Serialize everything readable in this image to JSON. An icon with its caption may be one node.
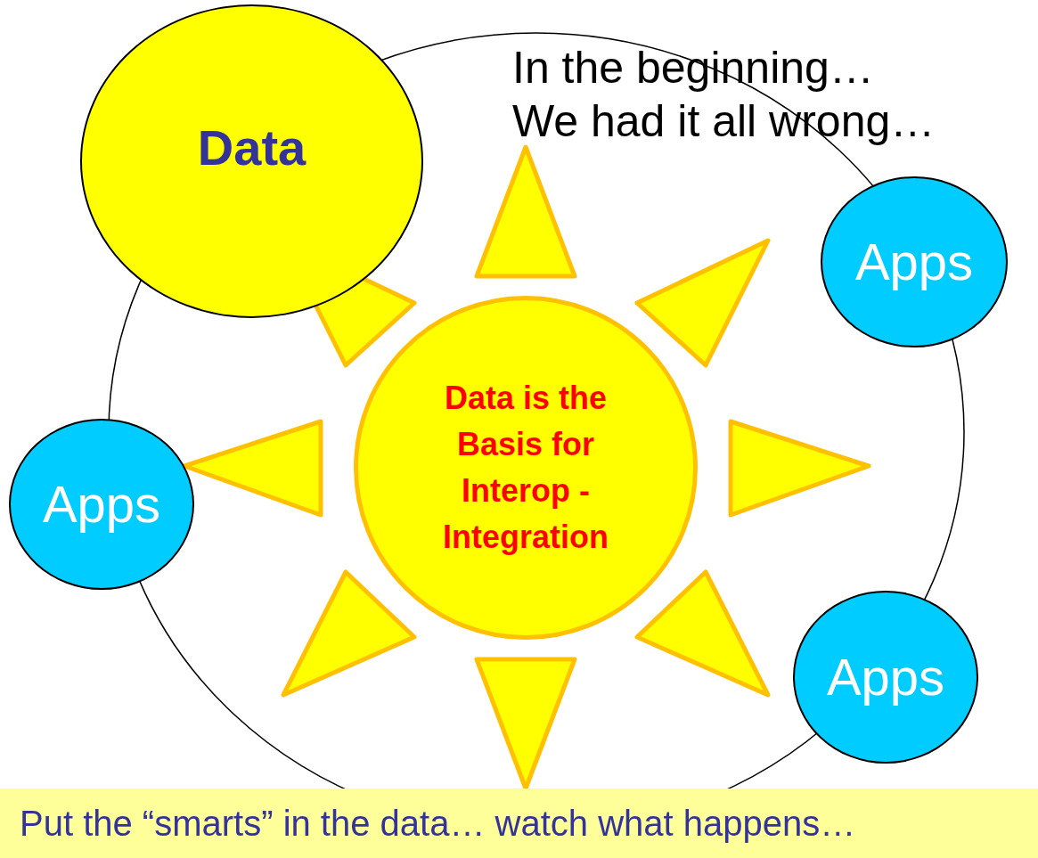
{
  "diagram": {
    "caption": "Put the “smarts” in the data… watch what happens…",
    "nodes": [
      {
        "text": [
          "Data"
        ]
      },
      {
        "text": [
          "Apps"
        ]
      },
      {
        "text": [
          "Data is the Basis for Interop - Integration"
        ]
      },
      {
        "text": [
          "Apps"
        ]
      },
      {
        "text": [
          "Apps"
        ]
      }
    ],
    "labels": [
      "In the beginning…",
      "We had it all wrong…"
    ]
  }
}
